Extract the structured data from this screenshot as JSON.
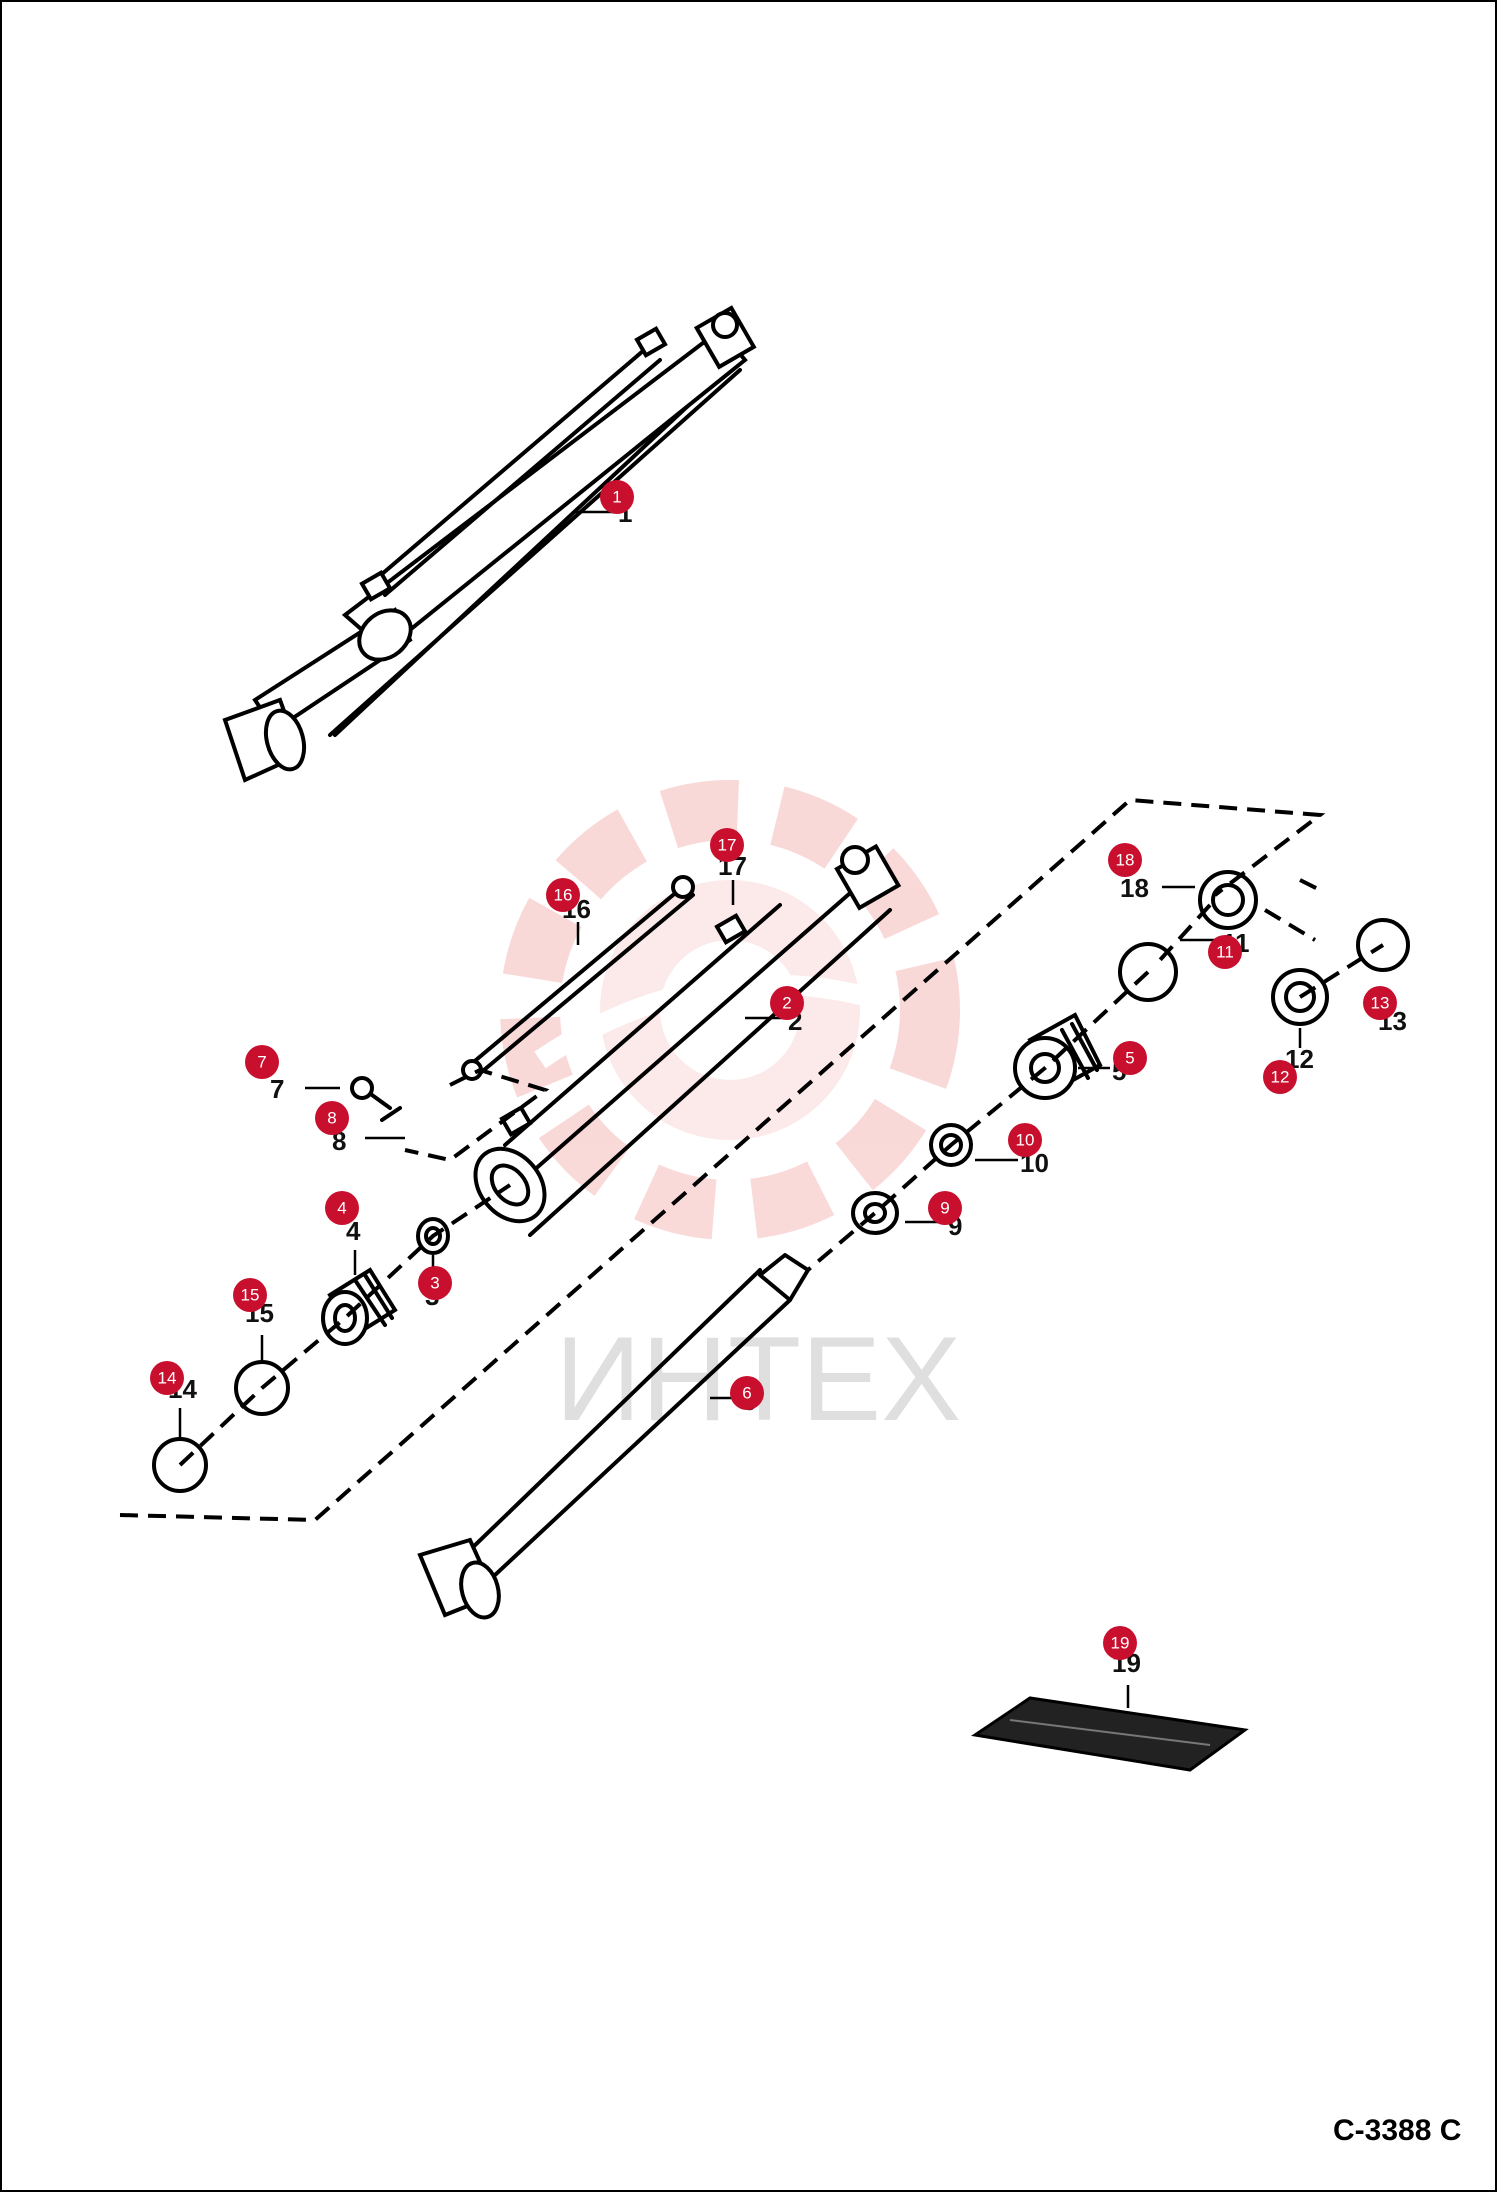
{
  "diagram": {
    "code": "C-3388 C",
    "watermark": "ИНТЕХ",
    "accent_color": "#c8102e",
    "labels": [
      {
        "id": "1",
        "text": "1"
      },
      {
        "id": "2",
        "text": "2"
      },
      {
        "id": "3",
        "text": "3"
      },
      {
        "id": "4",
        "text": "4"
      },
      {
        "id": "5",
        "text": "5"
      },
      {
        "id": "6",
        "text": "6"
      },
      {
        "id": "7",
        "text": "7"
      },
      {
        "id": "8",
        "text": "8"
      },
      {
        "id": "9",
        "text": "9"
      },
      {
        "id": "10",
        "text": "10"
      },
      {
        "id": "11",
        "text": "11"
      },
      {
        "id": "12",
        "text": "12"
      },
      {
        "id": "13",
        "text": "13"
      },
      {
        "id": "14",
        "text": "14"
      },
      {
        "id": "15",
        "text": "15"
      },
      {
        "id": "16",
        "text": "16"
      },
      {
        "id": "17",
        "text": "17"
      },
      {
        "id": "18",
        "text": "18"
      },
      {
        "id": "19",
        "text": "19"
      }
    ]
  }
}
